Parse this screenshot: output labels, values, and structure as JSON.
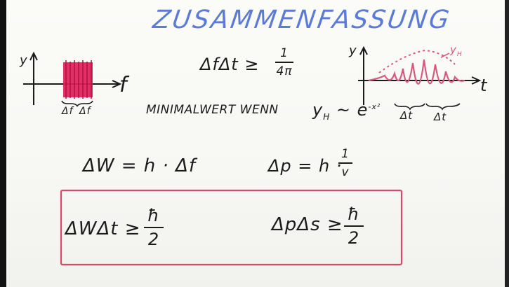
{
  "title": "ZUSAMMENFASSUNG",
  "freq_graph": {
    "y_label": "y",
    "x_label": "f",
    "width_labels": [
      "Δf",
      "Δf"
    ],
    "color": "#e01e5a"
  },
  "inequality_top": {
    "lhs": "ΔfΔt ≥",
    "num": "1",
    "den": "4π"
  },
  "time_graph": {
    "y_label": "y",
    "x_label": "t",
    "envelope_label": "y",
    "envelope_sub": "H",
    "width_labels": [
      "Δt",
      "Δt"
    ],
    "color": "#d9587e"
  },
  "minimum_line": {
    "text": "MINIMALWERT WENN",
    "y": "y",
    "y_sub": "H",
    "relation": "~ e",
    "exponent": "-x²"
  },
  "energy_relation": "ΔW = h · Δf",
  "momentum_relation": {
    "lhs": "Δp = h ·",
    "num": "1",
    "den": "v"
  },
  "boxed": {
    "energy_time": {
      "lhs": "ΔWΔt ≥",
      "num": "ħ",
      "den": "2"
    },
    "momentum_space": {
      "lhs": "ΔpΔs ≥",
      "num": "ħ",
      "den": "2"
    },
    "border_color": "#d94a68"
  }
}
